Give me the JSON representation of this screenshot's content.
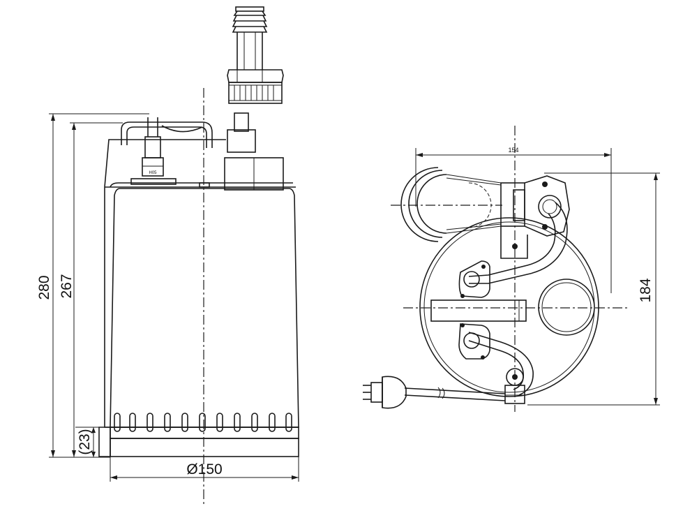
{
  "side_view": {
    "dimensions": {
      "height_total": "280",
      "height_body": "267",
      "height_base": "(23)",
      "diameter": "Ø150"
    },
    "connector_label": "H05"
  },
  "top_view": {
    "dimensions": {
      "width": "154",
      "height": "184"
    }
  },
  "colors": {
    "line": "#1a1a1a",
    "background": "#ffffff"
  }
}
